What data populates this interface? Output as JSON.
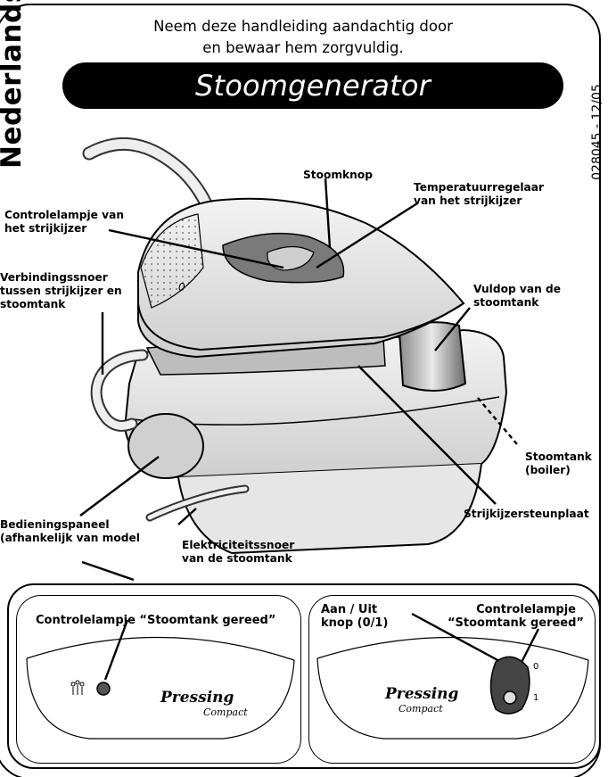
{
  "side_language": "Nederlands",
  "intro": {
    "line1": "Neem deze handleiding aandachtig door",
    "line2": "en bewaar hem zorgvuldig."
  },
  "title": "Stoomgenerator",
  "doc_number": "028045 - 12/05",
  "labels": {
    "steam_button": "Stoomknop",
    "temp_regulator": [
      "Temperatuurregelaar",
      "van het strijkijzer"
    ],
    "iron_lamp": [
      "Controlelampje van",
      "het strijkijzer"
    ],
    "connection_cord": [
      "Verbindingssnoer",
      "tussen strijkijzer en",
      "stoomtank"
    ],
    "filler_cap": [
      "Vuldop van de",
      "stoomtank"
    ],
    "boiler": [
      "Stoomtank",
      "(boiler)"
    ],
    "iron_rest": "Strijkijzersteunplaat",
    "control_panel": [
      "Bedieningspaneel",
      "(afhankelijk van model"
    ],
    "power_cord": [
      "Elektriciteitssnoer",
      "van de stoomtank"
    ]
  },
  "panel_left": {
    "label": "Controlelampje “Stoomtank gereed”",
    "brand": "Pressing",
    "sub": "Compact"
  },
  "panel_right": {
    "switch_label": [
      "Aan / Uit",
      "knop (0/1)"
    ],
    "lamp_label": [
      "Controlelampje",
      "“Stoomtank gereed”"
    ],
    "pos0": "0",
    "pos1": "1",
    "brand": "Pressing",
    "sub": "Compact"
  },
  "icons": [
    "steam-icon",
    "steam-generator-illustration"
  ]
}
